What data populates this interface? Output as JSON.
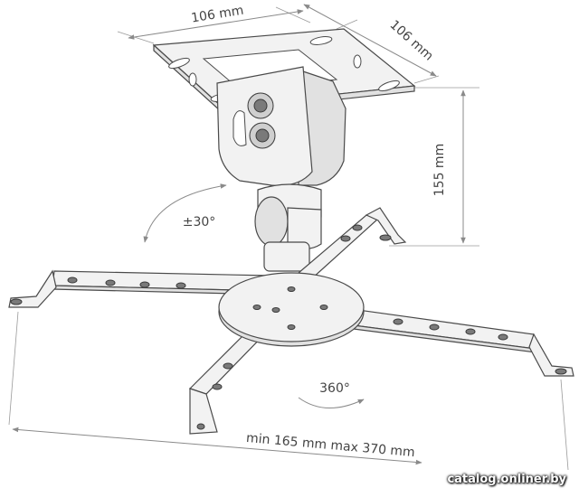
{
  "dimensions": {
    "plate_width": "106 mm",
    "plate_depth": "106 mm",
    "height": "155 mm",
    "tilt": "±30°",
    "rotation": "360°",
    "span": "min 165 mm max 370 mm"
  },
  "watermark": "catalog.onliner.by"
}
